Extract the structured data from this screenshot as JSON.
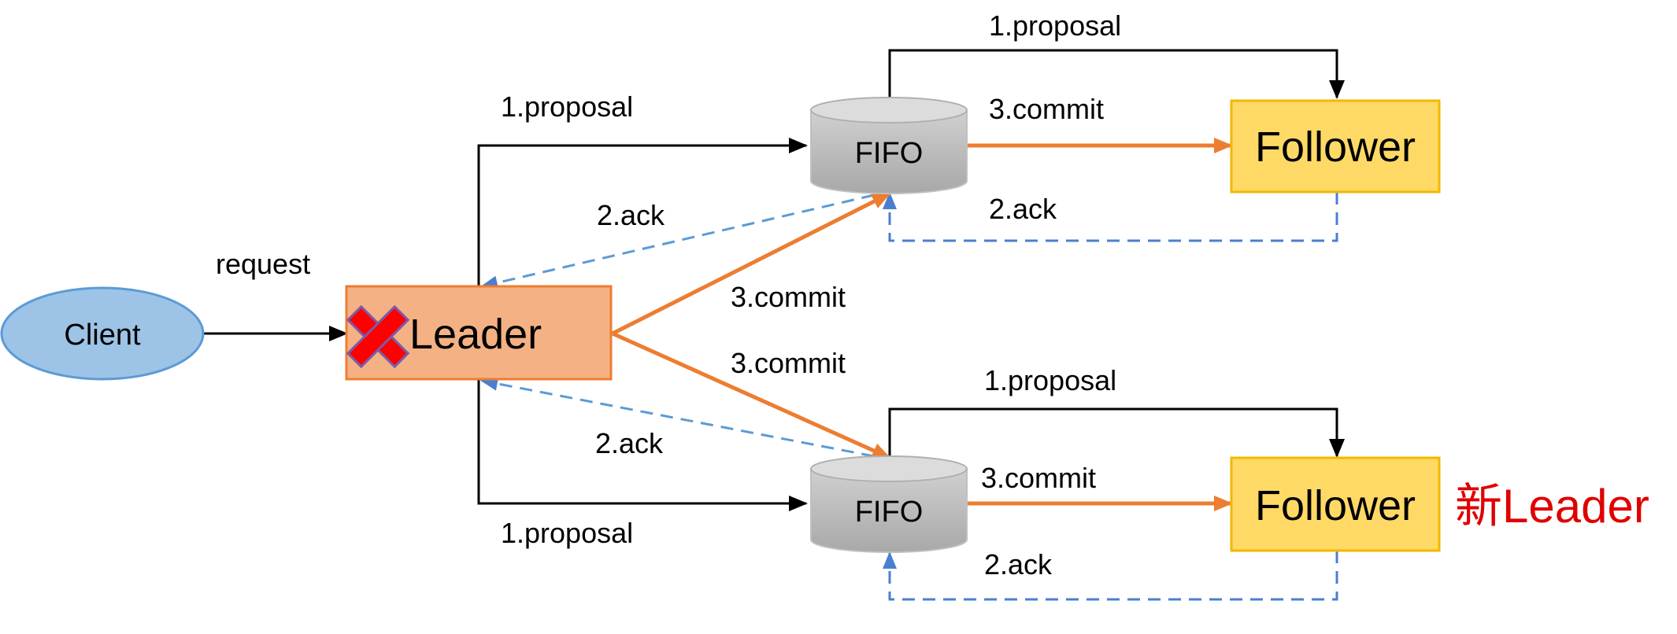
{
  "top_text": "",
  "nodes": {
    "client": "Client",
    "leader": "Leader",
    "fifo_top": "FIFO",
    "fifo_bottom": "FIFO",
    "follower_top": "Follower",
    "follower_bottom": "Follower",
    "new_leader": "新Leader"
  },
  "labels": {
    "request": "request",
    "leader_to_fifo_top_proposal": "1.proposal",
    "leader_to_fifo_bottom_proposal": "1.proposal",
    "fifo_top_to_follower_proposal": "1.proposal",
    "fifo_bottom_to_follower_proposal": "1.proposal",
    "fifo_top_to_follower_commit": "3.commit",
    "fifo_bottom_to_follower_commit": "3.commit",
    "leader_to_fifo_top_commit": "3.commit",
    "leader_to_fifo_bottom_commit": "3.commit",
    "fifo_top_to_leader_ack": "2.ack",
    "fifo_bottom_to_leader_ack": "2.ack",
    "follower_top_to_fifo_ack": "2.ack",
    "follower_bottom_to_fifo_ack": "2.ack"
  },
  "icons": {
    "leader_failed": "red-x-icon"
  },
  "colors": {
    "client_fill": "#9dc3e6",
    "client_stroke": "#5b9bd5",
    "leader_fill": "#f4b183",
    "leader_stroke": "#ed7d31",
    "follower_fill": "#ffd966",
    "follower_stroke": "#f2b800",
    "fifo_fill": "#bfbfbf",
    "proposal_line": "#000000",
    "commit_line": "#ed7d31",
    "ack_line": "#5b9bd5",
    "new_leader_text": "#e00000",
    "failed_x": "#ff0000"
  }
}
